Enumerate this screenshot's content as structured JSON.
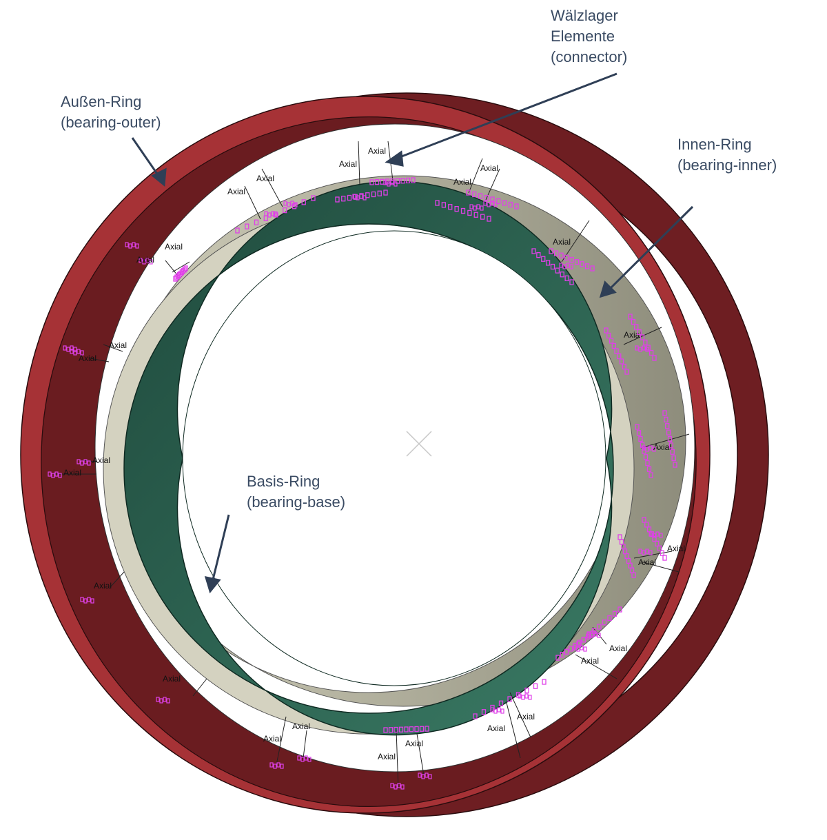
{
  "callouts": {
    "connector": {
      "line1": "Wälzlager",
      "line2": "Elemente",
      "line3": "(connector)"
    },
    "outer": {
      "line1": "Außen-Ring",
      "line2": "(bearing-outer)"
    },
    "inner": {
      "line1": "Innen-Ring",
      "line2": "(bearing-inner)"
    },
    "base": {
      "line1": "Basis-Ring",
      "line2": "(bearing-base)"
    }
  },
  "connector_label": "Axial",
  "colors": {
    "outer_ring": "#a63236",
    "outer_ring_side": "#6e1e22",
    "inner_ring": "#d4d2c0",
    "inner_ring_side": "#a4a392",
    "base_ring": "#2e6a55",
    "connector_marks": "#e040e8",
    "callout_text": "#3a4b63"
  }
}
